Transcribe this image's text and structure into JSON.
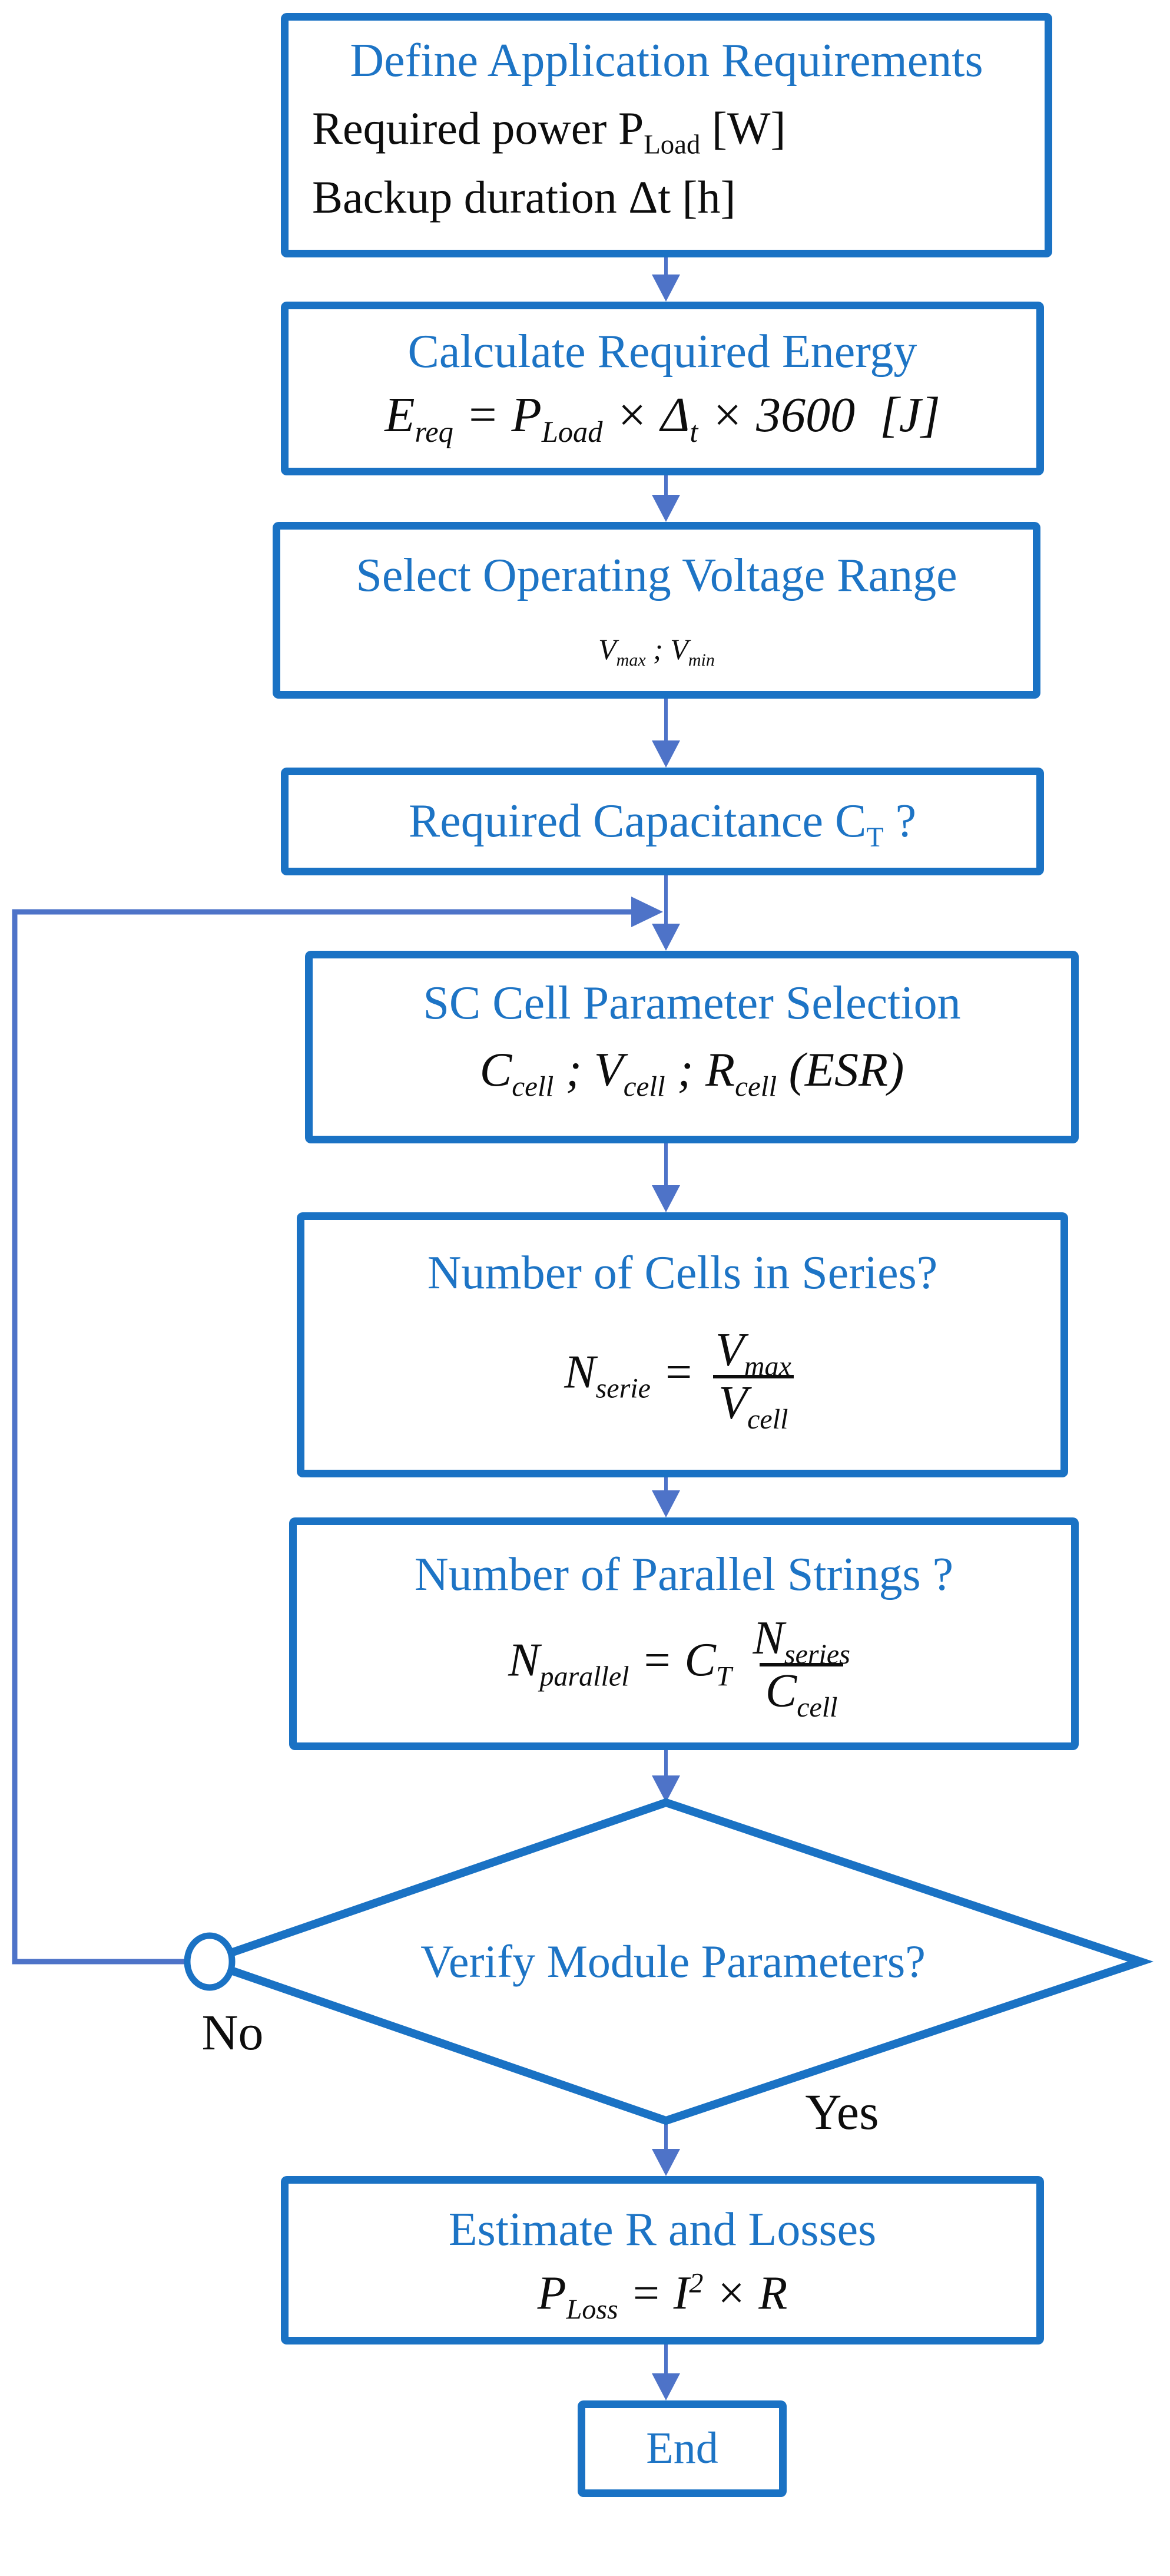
{
  "colors": {
    "box_border": "#1a72c4",
    "title_text": "#1d74c5",
    "body_text": "#0d0d0d",
    "arrow": "#4e73c8"
  },
  "labels": {
    "no": "No",
    "yes": "Yes"
  },
  "nodes": {
    "define": {
      "title": "Define Application Requirements",
      "power_line": [
        {
          "t": "Required power P"
        },
        {
          "s": "Load"
        },
        {
          "t": " [W]"
        }
      ],
      "backup_line": "Backup duration Δt [h]"
    },
    "energy": {
      "title": "Calculate Required Energy",
      "formula": [
        {
          "t": "E"
        },
        {
          "s": "req"
        },
        {
          "t": " = P"
        },
        {
          "s": "Load"
        },
        {
          "t": " × Δ"
        },
        {
          "s": "t"
        },
        {
          "t": " × 3600  [J]"
        }
      ]
    },
    "voltage": {
      "title": "Select Operating Voltage Range",
      "formula": [
        {
          "t": "V"
        },
        {
          "s": "max"
        },
        {
          "t": " ; V"
        },
        {
          "s": "min"
        }
      ]
    },
    "capacitance": {
      "title_tokens": [
        {
          "t": "Required Capacitance C"
        },
        {
          "s": "T"
        },
        {
          "t": " ?"
        }
      ]
    },
    "sccell": {
      "title": "SC Cell Parameter Selection",
      "formula": [
        {
          "t": "C"
        },
        {
          "s": "cell"
        },
        {
          "t": " ; V"
        },
        {
          "s": "cell"
        },
        {
          "t": " ; R"
        },
        {
          "s": "cell"
        },
        {
          "t": " (ESR)"
        }
      ]
    },
    "series": {
      "title": "Number of Cells in Series?",
      "formula": [
        {
          "t": "N"
        },
        {
          "s": "serie"
        },
        {
          "t": " = "
        },
        {
          "frac": {
            "num": [
              {
                "t": "V"
              },
              {
                "s": "max"
              }
            ],
            "den": [
              {
                "t": "V"
              },
              {
                "s": "cell"
              }
            ]
          }
        }
      ]
    },
    "parallel": {
      "title": "Number of Parallel Strings ?",
      "formula": [
        {
          "t": "N"
        },
        {
          "s": "parallel"
        },
        {
          "t": " = C"
        },
        {
          "s": "T"
        },
        {
          "t": " "
        },
        {
          "frac": {
            "num": [
              {
                "t": "N"
              },
              {
                "s": "series"
              }
            ],
            "den": [
              {
                "t": "C"
              },
              {
                "s": "cell"
              }
            ]
          }
        }
      ]
    },
    "verify": {
      "title": "Verify Module Parameters?"
    },
    "losses": {
      "title": "Estimate R and Losses",
      "formula": [
        {
          "t": "P"
        },
        {
          "s": "Loss"
        },
        {
          "t": " = I"
        },
        {
          "sup": "2"
        },
        {
          "t": " × R"
        }
      ]
    },
    "end": {
      "title": "End"
    }
  }
}
